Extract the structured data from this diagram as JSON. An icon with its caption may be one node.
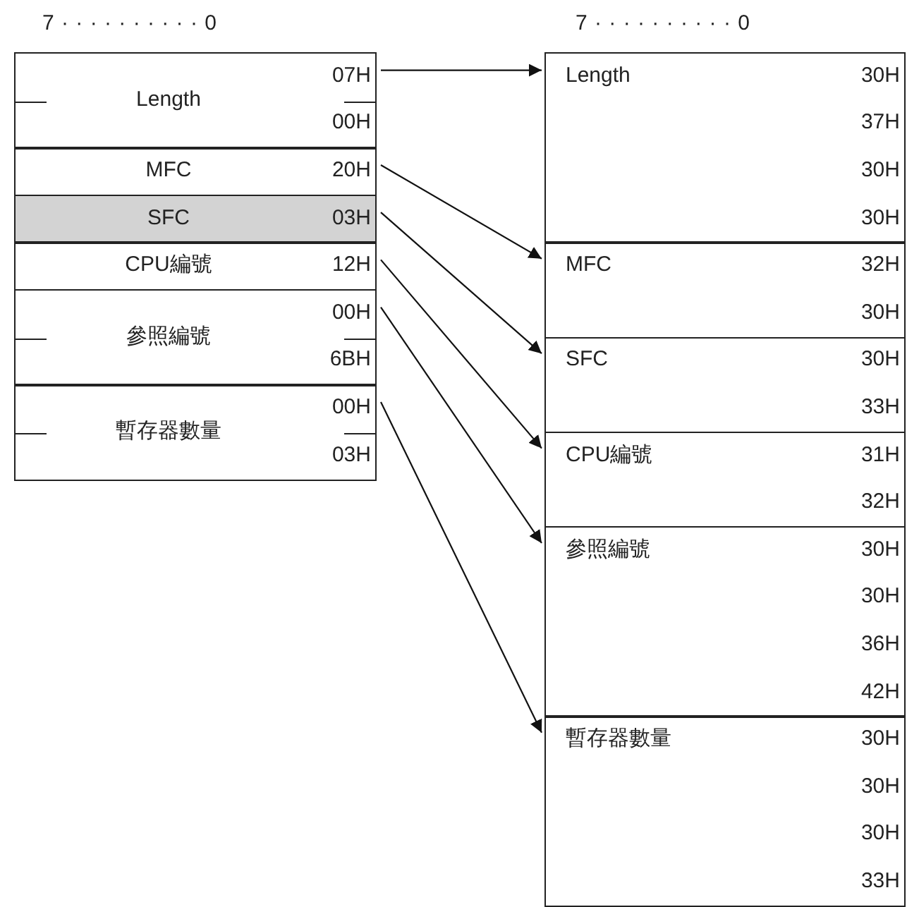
{
  "diagram": {
    "nodes": [
      {
        "text": [
          "Length",
          "07H",
          "00H"
        ]
      },
      {
        "text": [
          "MFC",
          "20H"
        ]
      },
      {
        "text": [
          "SFC",
          "03H"
        ]
      },
      {
        "text": [
          "CPU編號",
          "12H"
        ]
      },
      {
        "text": [
          "參照編號",
          "00H",
          "6BH"
        ]
      },
      {
        "text": [
          "暫存器數量",
          "00H",
          "03H"
        ]
      },
      {
        "text": [
          "Length",
          "30H",
          "37H",
          "30H",
          "30H"
        ]
      },
      {
        "text": [
          "MFC",
          "32H",
          "30H"
        ]
      },
      {
        "text": [
          "SFC",
          "30H",
          "33H"
        ]
      },
      {
        "text": [
          "CPU編號",
          "31H",
          "32H"
        ]
      },
      {
        "text": [
          "參照編號",
          "30H",
          "30H",
          "36H",
          "42H"
        ]
      },
      {
        "text": [
          "暫存器數量",
          "30H",
          "30H",
          "30H",
          "33H"
        ]
      }
    ],
    "edges": [
      {
        "from": 0,
        "to": 6,
        "arrow": "to"
      },
      {
        "from": 1,
        "to": 7,
        "arrow": "to"
      },
      {
        "from": 2,
        "to": 8,
        "arrow": "to"
      },
      {
        "from": 3,
        "to": 9,
        "arrow": "to"
      },
      {
        "from": 4,
        "to": 10,
        "arrow": "to"
      },
      {
        "from": 5,
        "to": 11,
        "arrow": "to"
      }
    ],
    "labels": [
      "7 · · · · · · · · · · 0",
      "7 · · · · · · · · · · 0"
    ]
  }
}
